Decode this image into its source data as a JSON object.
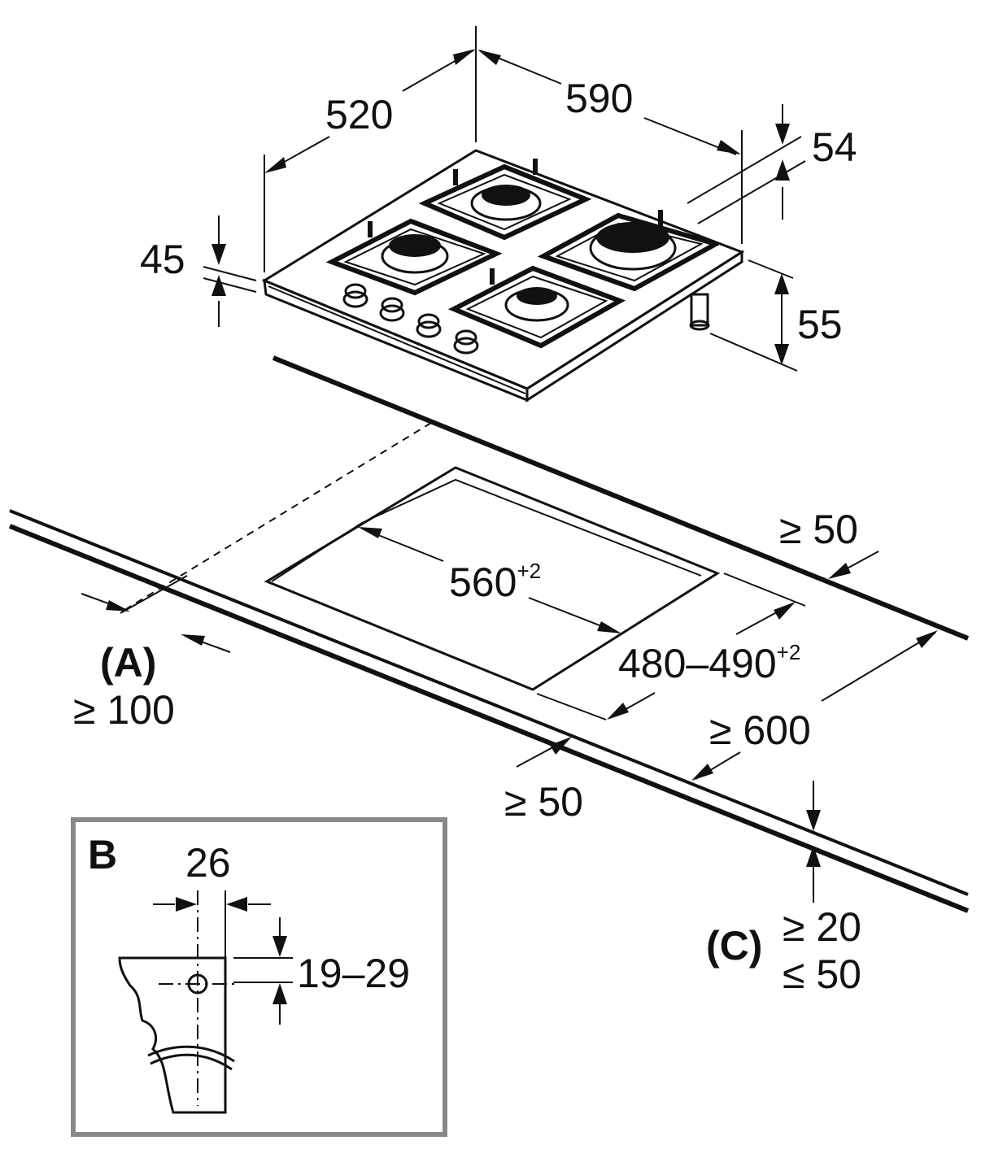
{
  "hob": {
    "width": "590",
    "depth": "520",
    "height_above": "45",
    "height_below": "55",
    "front_offset": "54"
  },
  "cutout": {
    "width": "560",
    "width_tol": "+2",
    "depth": "480–490",
    "depth_tol": "+2"
  },
  "clearances": {
    "back": "≥ 50",
    "front": "≥ 50",
    "worktop_depth": "≥ 600",
    "a_label": "(A)",
    "a_value": "≥ 100",
    "c_label": "(C)",
    "c_min": "≥ 20",
    "c_max": "≤ 50"
  },
  "detail_b": {
    "label": "B",
    "width": "26",
    "height_range": "19–29"
  }
}
